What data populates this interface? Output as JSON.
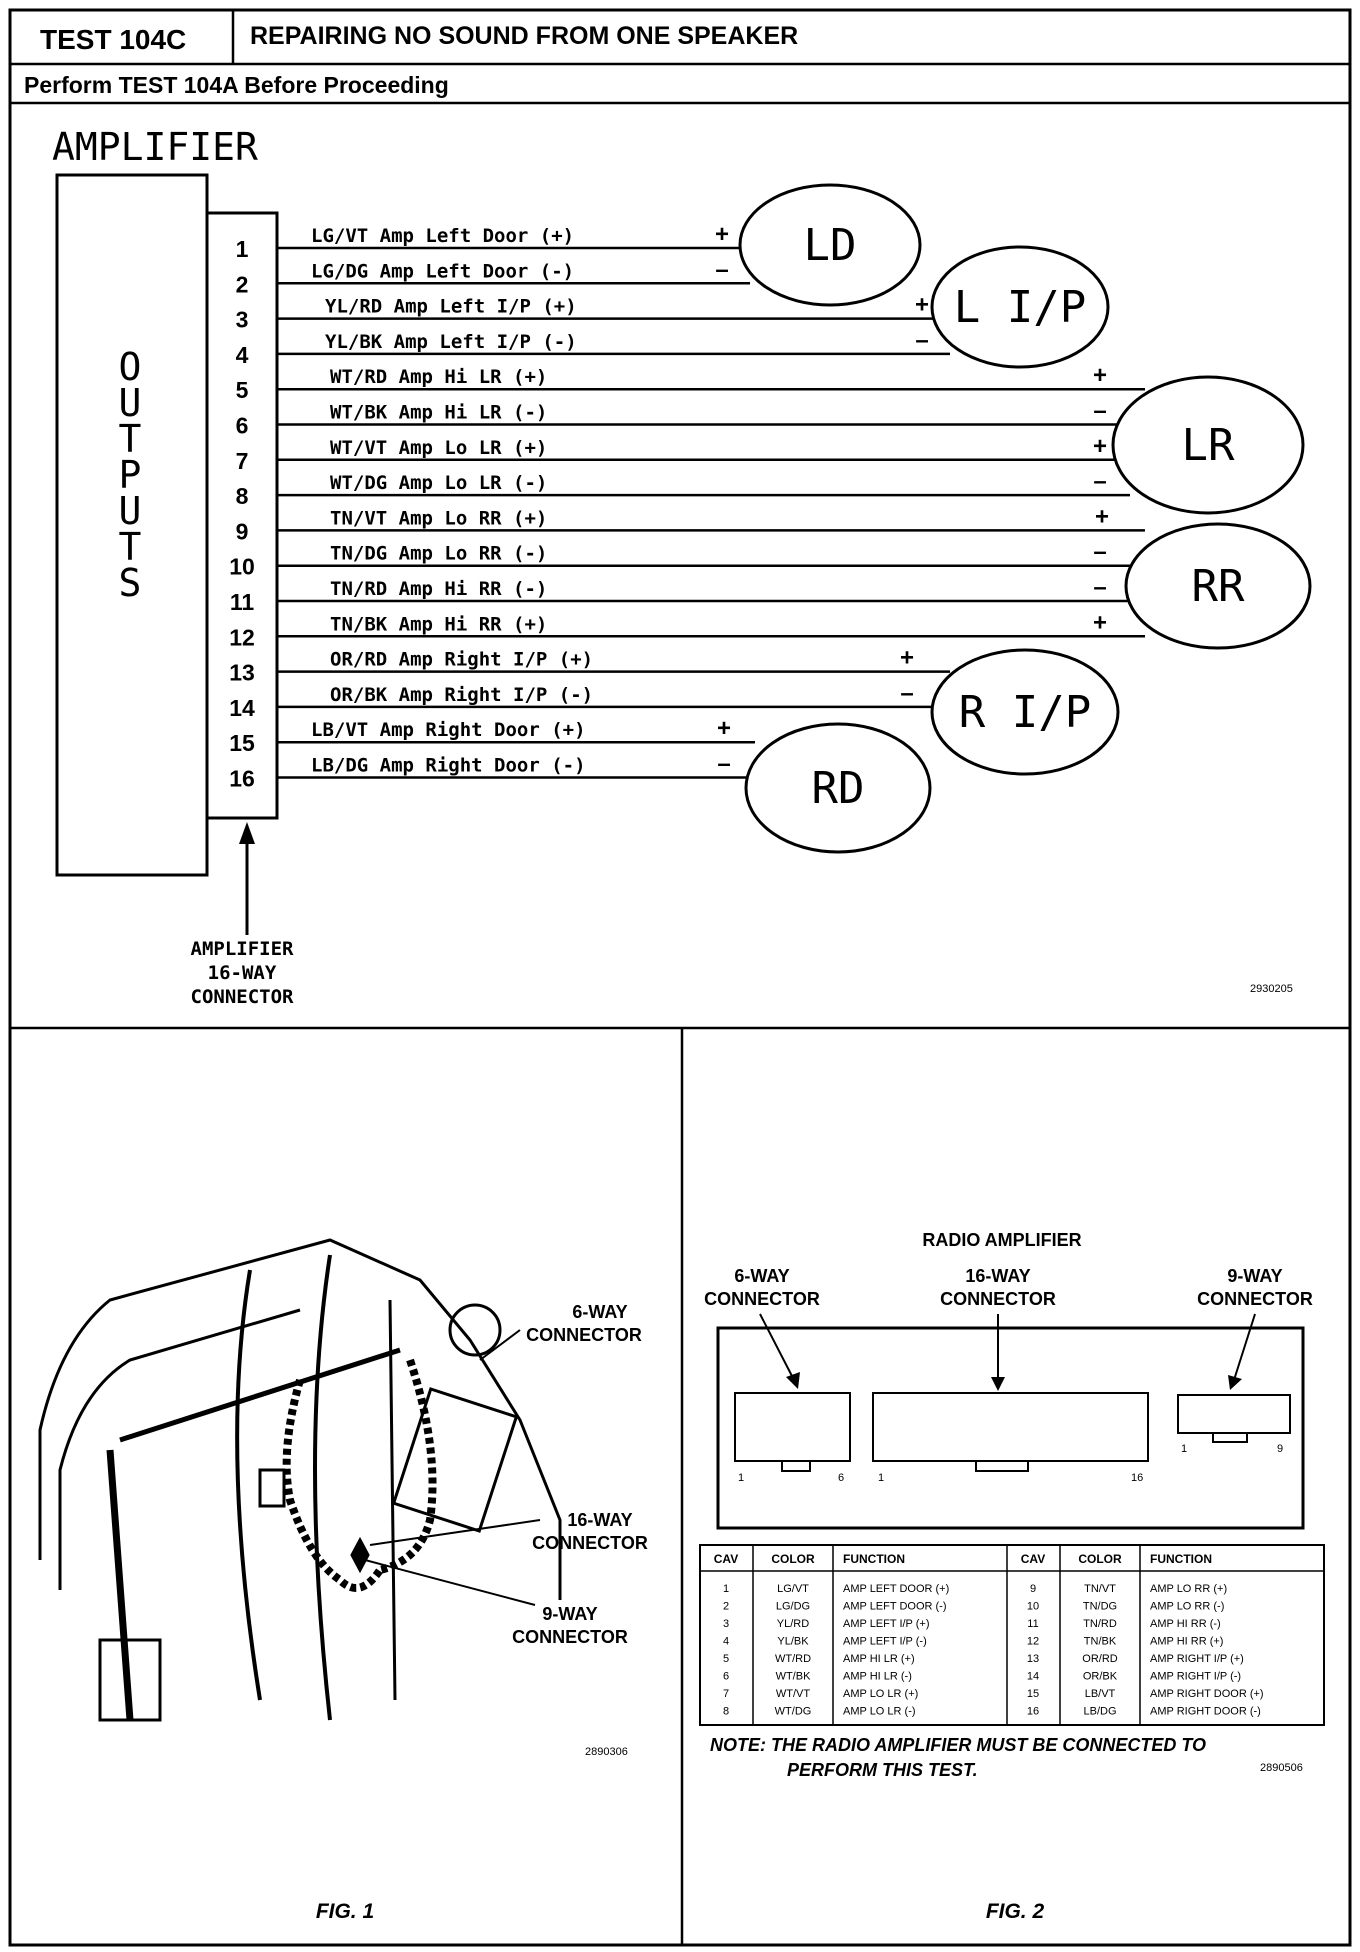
{
  "header": {
    "test_id": "TEST 104C",
    "title": "REPAIRING NO SOUND FROM ONE SPEAKER",
    "subtitle": "Perform TEST 104A Before Proceeding"
  },
  "schematic": {
    "amp_label": "AMPLIFIER",
    "outputs_label": "OUTPUTS",
    "connector_label": [
      "AMPLIFIER",
      "16-WAY",
      "CONNECTOR"
    ],
    "figure_number": "2930205",
    "pins": [
      "1",
      "2",
      "3",
      "4",
      "5",
      "6",
      "7",
      "8",
      "9",
      "10",
      "11",
      "12",
      "13",
      "14",
      "15",
      "16"
    ],
    "wires": [
      {
        "label": "LG/VT Amp Left Door (+)",
        "sign": "+"
      },
      {
        "label": "LG/DG Amp Left Door (-)",
        "sign": "-"
      },
      {
        "label": "YL/RD Amp Left I/P (+)",
        "sign": "+"
      },
      {
        "label": "YL/BK Amp Left I/P (-)",
        "sign": "-"
      },
      {
        "label": "WT/RD Amp Hi LR (+)",
        "sign": "+"
      },
      {
        "label": "WT/BK Amp Hi LR (-)",
        "sign": "-"
      },
      {
        "label": "WT/VT Amp Lo LR (+)",
        "sign": "+"
      },
      {
        "label": "WT/DG Amp Lo LR (-)",
        "sign": "-"
      },
      {
        "label": "TN/VT Amp Lo RR (+)",
        "sign": "+"
      },
      {
        "label": "TN/DG Amp Lo RR (-)",
        "sign": "-"
      },
      {
        "label": "TN/RD Amp Hi RR (-)",
        "sign": "-"
      },
      {
        "label": "TN/BK Amp Hi RR (+)",
        "sign": "+"
      },
      {
        "label": "OR/RD Amp Right I/P (+)",
        "sign": "+"
      },
      {
        "label": "OR/BK Amp Right I/P (-)",
        "sign": "-"
      },
      {
        "label": "LB/VT Amp Right Door (+)",
        "sign": "+"
      },
      {
        "label": "LB/DG Amp Right Door (-)",
        "sign": "-"
      }
    ],
    "speakers": [
      "LD",
      "L I/P",
      "LR",
      "RR",
      "R I/P",
      "RD"
    ]
  },
  "fig1": {
    "caption": "FIG. 1",
    "figure_number": "2890306",
    "labels": {
      "six_way": [
        "6-WAY",
        "CONNECTOR"
      ],
      "sixteen_way": [
        "16-WAY",
        "CONNECTOR"
      ],
      "nine_way": [
        "9-WAY",
        "CONNECTOR"
      ]
    }
  },
  "fig2": {
    "caption": "FIG. 2",
    "figure_number": "2890506",
    "title": "RADIO AMPLIFIER",
    "conn6": [
      "6-WAY",
      "CONNECTOR"
    ],
    "conn16": [
      "16-WAY",
      "CONNECTOR"
    ],
    "conn9": [
      "9-WAY",
      "CONNECTOR"
    ],
    "pin_marks": {
      "c6_start": "1",
      "c6_end": "6",
      "c16_start": "1",
      "c16_end": "16",
      "c9_start": "1",
      "c9_end": "9"
    },
    "table_headers": [
      "CAV",
      "COLOR",
      "FUNCTION",
      "CAV",
      "COLOR",
      "FUNCTION"
    ],
    "table_rows": [
      [
        "1",
        "LG/VT",
        "AMP LEFT DOOR (+)",
        "9",
        "TN/VT",
        "AMP LO RR (+)"
      ],
      [
        "2",
        "LG/DG",
        "AMP LEFT DOOR (-)",
        "10",
        "TN/DG",
        "AMP LO RR (-)"
      ],
      [
        "3",
        "YL/RD",
        "AMP LEFT I/P (+)",
        "11",
        "TN/RD",
        "AMP HI RR (-)"
      ],
      [
        "4",
        "YL/BK",
        "AMP LEFT I/P (-)",
        "12",
        "TN/BK",
        "AMP HI RR (+)"
      ],
      [
        "5",
        "WT/RD",
        "AMP HI LR (+)",
        "13",
        "OR/RD",
        "AMP RIGHT I/P (+)"
      ],
      [
        "6",
        "WT/BK",
        "AMP HI LR (-)",
        "14",
        "OR/BK",
        "AMP RIGHT I/P (-)"
      ],
      [
        "7",
        "WT/VT",
        "AMP LO LR (+)",
        "15",
        "LB/VT",
        "AMP RIGHT DOOR (+)"
      ],
      [
        "8",
        "WT/DG",
        "AMP LO LR (-)",
        "16",
        "LB/DG",
        "AMP RIGHT DOOR (-)"
      ]
    ],
    "note_line1": "NOTE:  THE RADIO AMPLIFIER MUST BE CONNECTED TO",
    "note_line2": "PERFORM THIS TEST."
  }
}
